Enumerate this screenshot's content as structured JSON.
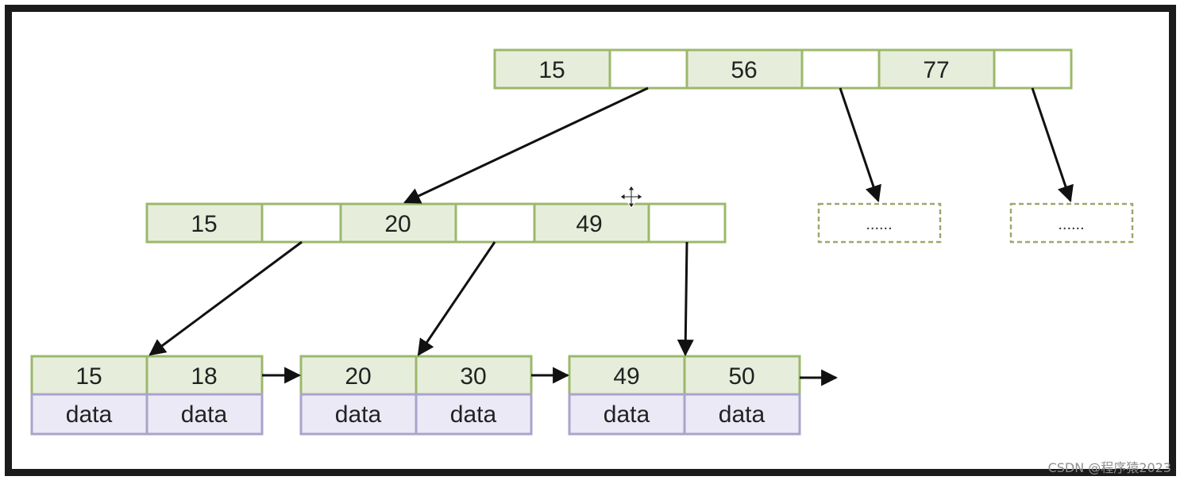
{
  "root": {
    "keys": [
      "15",
      "56",
      "77"
    ]
  },
  "internal": {
    "keys": [
      "15",
      "20",
      "49"
    ]
  },
  "placeholders": [
    "......",
    "......"
  ],
  "leaves": [
    {
      "keys": [
        "15",
        "18"
      ],
      "data": [
        "data",
        "data"
      ]
    },
    {
      "keys": [
        "20",
        "30"
      ],
      "data": [
        "data",
        "data"
      ]
    },
    {
      "keys": [
        "49",
        "50"
      ],
      "data": [
        "data",
        "data"
      ]
    }
  ],
  "watermark": "CSDN @程序猿2023",
  "colors": {
    "key_fill": "#e6eedb",
    "key_border": "#9cb86c",
    "data_fill": "#ece9f6",
    "data_border": "#aaa3cc",
    "placeholder_border": "#9aa96b",
    "arrow": "#111111",
    "frame": "#1b1b1b"
  }
}
